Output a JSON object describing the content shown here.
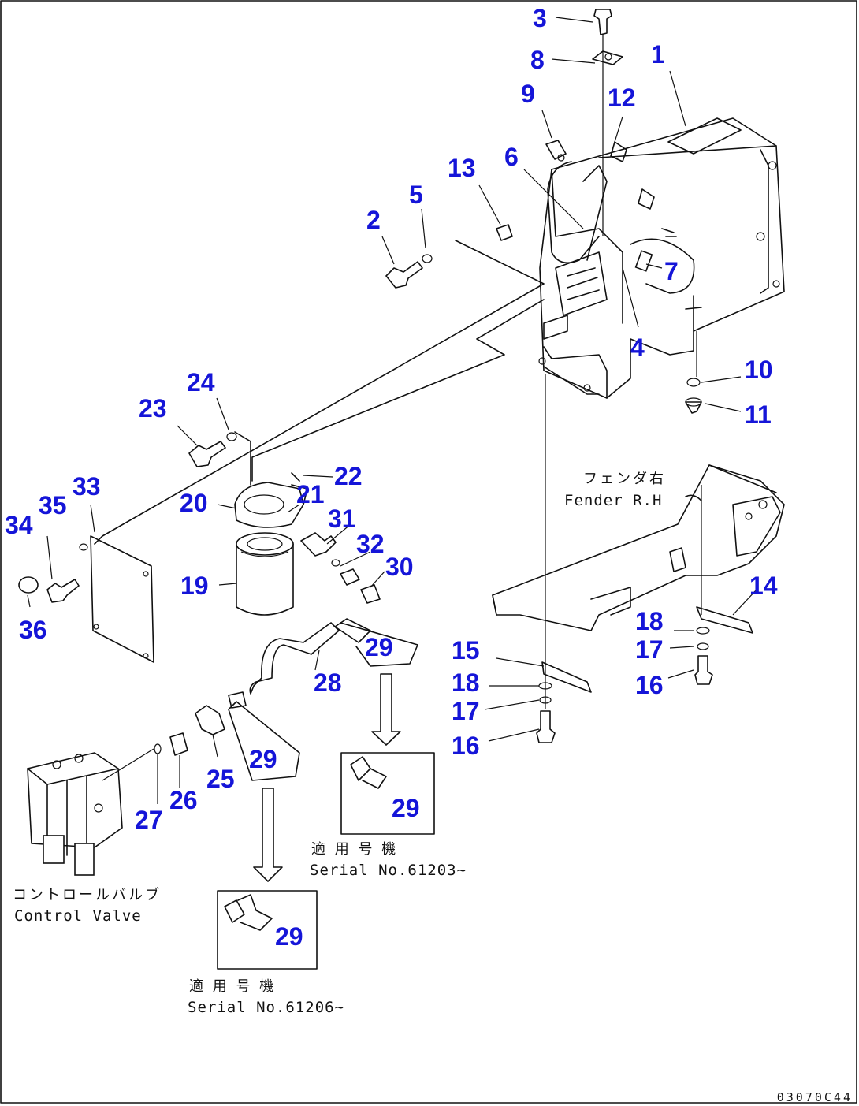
{
  "callouts": {
    "c1": "1",
    "c2": "2",
    "c3": "3",
    "c4": "4",
    "c5": "5",
    "c6": "6",
    "c7": "7",
    "c8": "8",
    "c9": "9",
    "c10": "10",
    "c11": "11",
    "c12": "12",
    "c13": "13",
    "c14": "14",
    "c15": "15",
    "c16a": "16",
    "c16b": "16",
    "c17a": "17",
    "c17b": "17",
    "c18a": "18",
    "c18b": "18",
    "c19": "19",
    "c20": "20",
    "c21": "21",
    "c22": "22",
    "c23": "23",
    "c24": "24",
    "c25": "25",
    "c26": "26",
    "c27": "27",
    "c28": "28",
    "c29a": "29",
    "c29b": "29",
    "c29c": "29",
    "c29d": "29",
    "c30": "30",
    "c31": "31",
    "c32": "32",
    "c33": "33",
    "c34": "34",
    "c35": "35",
    "c36": "36"
  },
  "labels": {
    "fender_jp": "フェンダ右",
    "fender_en": "Fender R.H",
    "valve_jp": "コントロールバルブ",
    "valve_en": "Control Valve",
    "serial1_jp": "適 用 号 機",
    "serial1_en": "Serial No.61203~",
    "serial2_jp": "適 用 号 機",
    "serial2_en": "Serial No.61206~"
  },
  "drawing_code": "03070C44"
}
